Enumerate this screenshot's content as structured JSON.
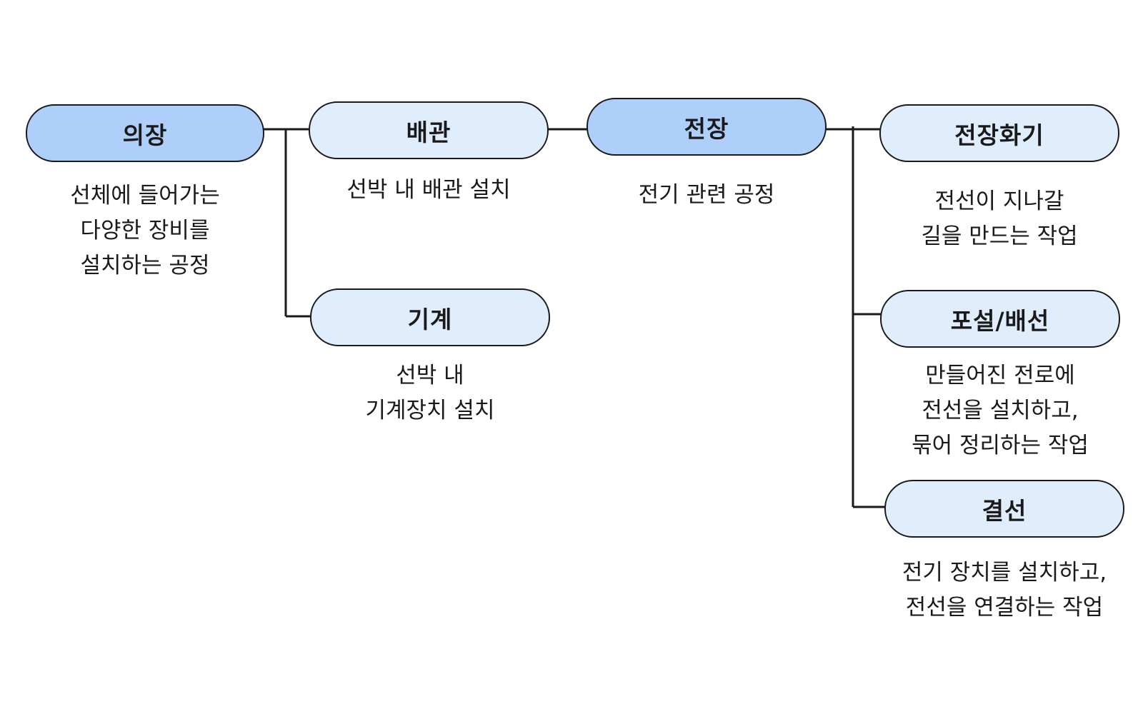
{
  "colors": {
    "primary_fill": "#aecffa",
    "secondary_fill": "#e0edfd",
    "stroke": "#1a1a1a"
  },
  "nodes": {
    "uijang": {
      "label": "의장",
      "description": [
        "선체에 들어가는",
        "다양한 장비를",
        "설치하는 공정"
      ]
    },
    "baegwan": {
      "label": "배관",
      "description": [
        "선박 내 배관 설치"
      ]
    },
    "gigye": {
      "label": "기계",
      "description": [
        "선박 내",
        "기계장치 설치"
      ]
    },
    "jeonjang": {
      "label": "전장",
      "description": [
        "전기 관련 공정"
      ]
    },
    "jeonjanghwagi": {
      "label": "전장화기",
      "description": [
        "전선이 지나갈",
        "길을 만드는 작업"
      ]
    },
    "poseol_baeseon": {
      "label": "포설/배선",
      "description": [
        "만들어진 전로에",
        "전선을 설치하고,",
        "묶어 정리하는 작업"
      ]
    },
    "gyeolseon": {
      "label": "결선",
      "description": [
        "전기 장치를 설치하고,",
        "전선을 연결하는 작업"
      ]
    }
  }
}
